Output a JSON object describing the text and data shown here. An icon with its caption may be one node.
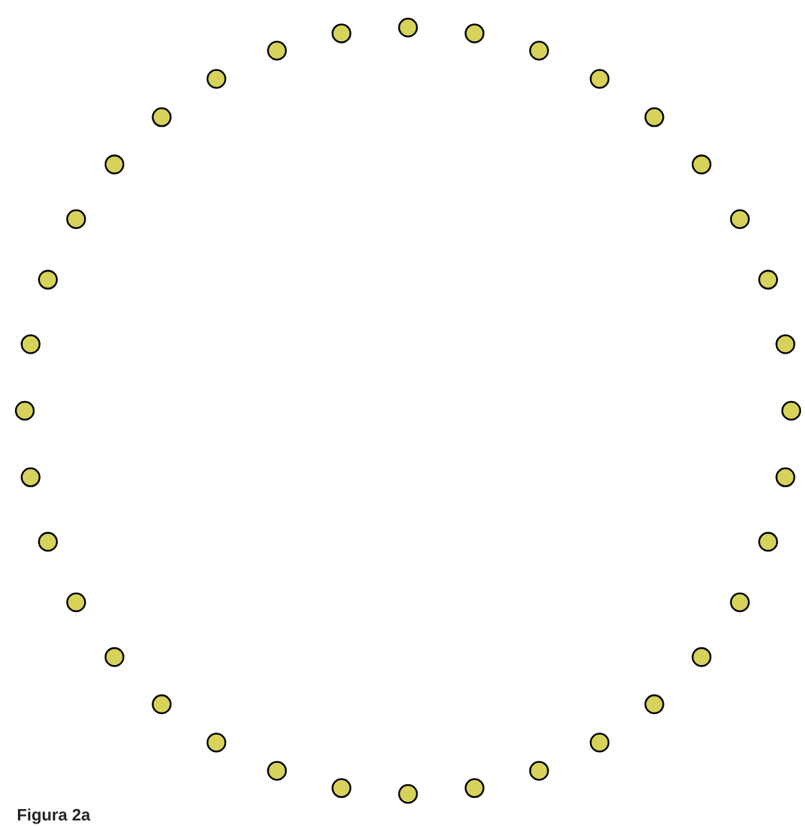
{
  "diagram": {
    "caption": "Figura 2a",
    "nodes": [
      {
        "text": [],
        "shape": "circle"
      },
      {
        "text": [],
        "shape": "circle"
      },
      {
        "text": [],
        "shape": "circle"
      },
      {
        "text": [],
        "shape": "circle"
      },
      {
        "text": [],
        "shape": "circle"
      },
      {
        "text": [],
        "shape": "circle"
      },
      {
        "text": [],
        "shape": "circle"
      },
      {
        "text": [],
        "shape": "circle"
      },
      {
        "text": [],
        "shape": "circle"
      },
      {
        "text": [],
        "shape": "circle"
      },
      {
        "text": [],
        "shape": "circle"
      },
      {
        "text": [],
        "shape": "circle"
      },
      {
        "text": [],
        "shape": "circle"
      },
      {
        "text": [],
        "shape": "circle"
      },
      {
        "text": [],
        "shape": "circle"
      },
      {
        "text": [],
        "shape": "circle"
      },
      {
        "text": [],
        "shape": "circle"
      },
      {
        "text": [],
        "shape": "circle"
      },
      {
        "text": [],
        "shape": "circle"
      },
      {
        "text": [],
        "shape": "circle"
      },
      {
        "text": [],
        "shape": "circle"
      },
      {
        "text": [],
        "shape": "circle"
      },
      {
        "text": [],
        "shape": "circle"
      },
      {
        "text": [],
        "shape": "circle"
      },
      {
        "text": [],
        "shape": "circle"
      },
      {
        "text": [],
        "shape": "circle"
      },
      {
        "text": [],
        "shape": "circle"
      },
      {
        "text": [],
        "shape": "circle"
      },
      {
        "text": [],
        "shape": "circle"
      },
      {
        "text": [],
        "shape": "circle"
      },
      {
        "text": [],
        "shape": "circle"
      },
      {
        "text": [],
        "shape": "circle"
      },
      {
        "text": [],
        "shape": "circle"
      },
      {
        "text": [],
        "shape": "circle"
      },
      {
        "text": [],
        "shape": "circle"
      },
      {
        "text": [],
        "shape": "circle"
      }
    ]
  }
}
